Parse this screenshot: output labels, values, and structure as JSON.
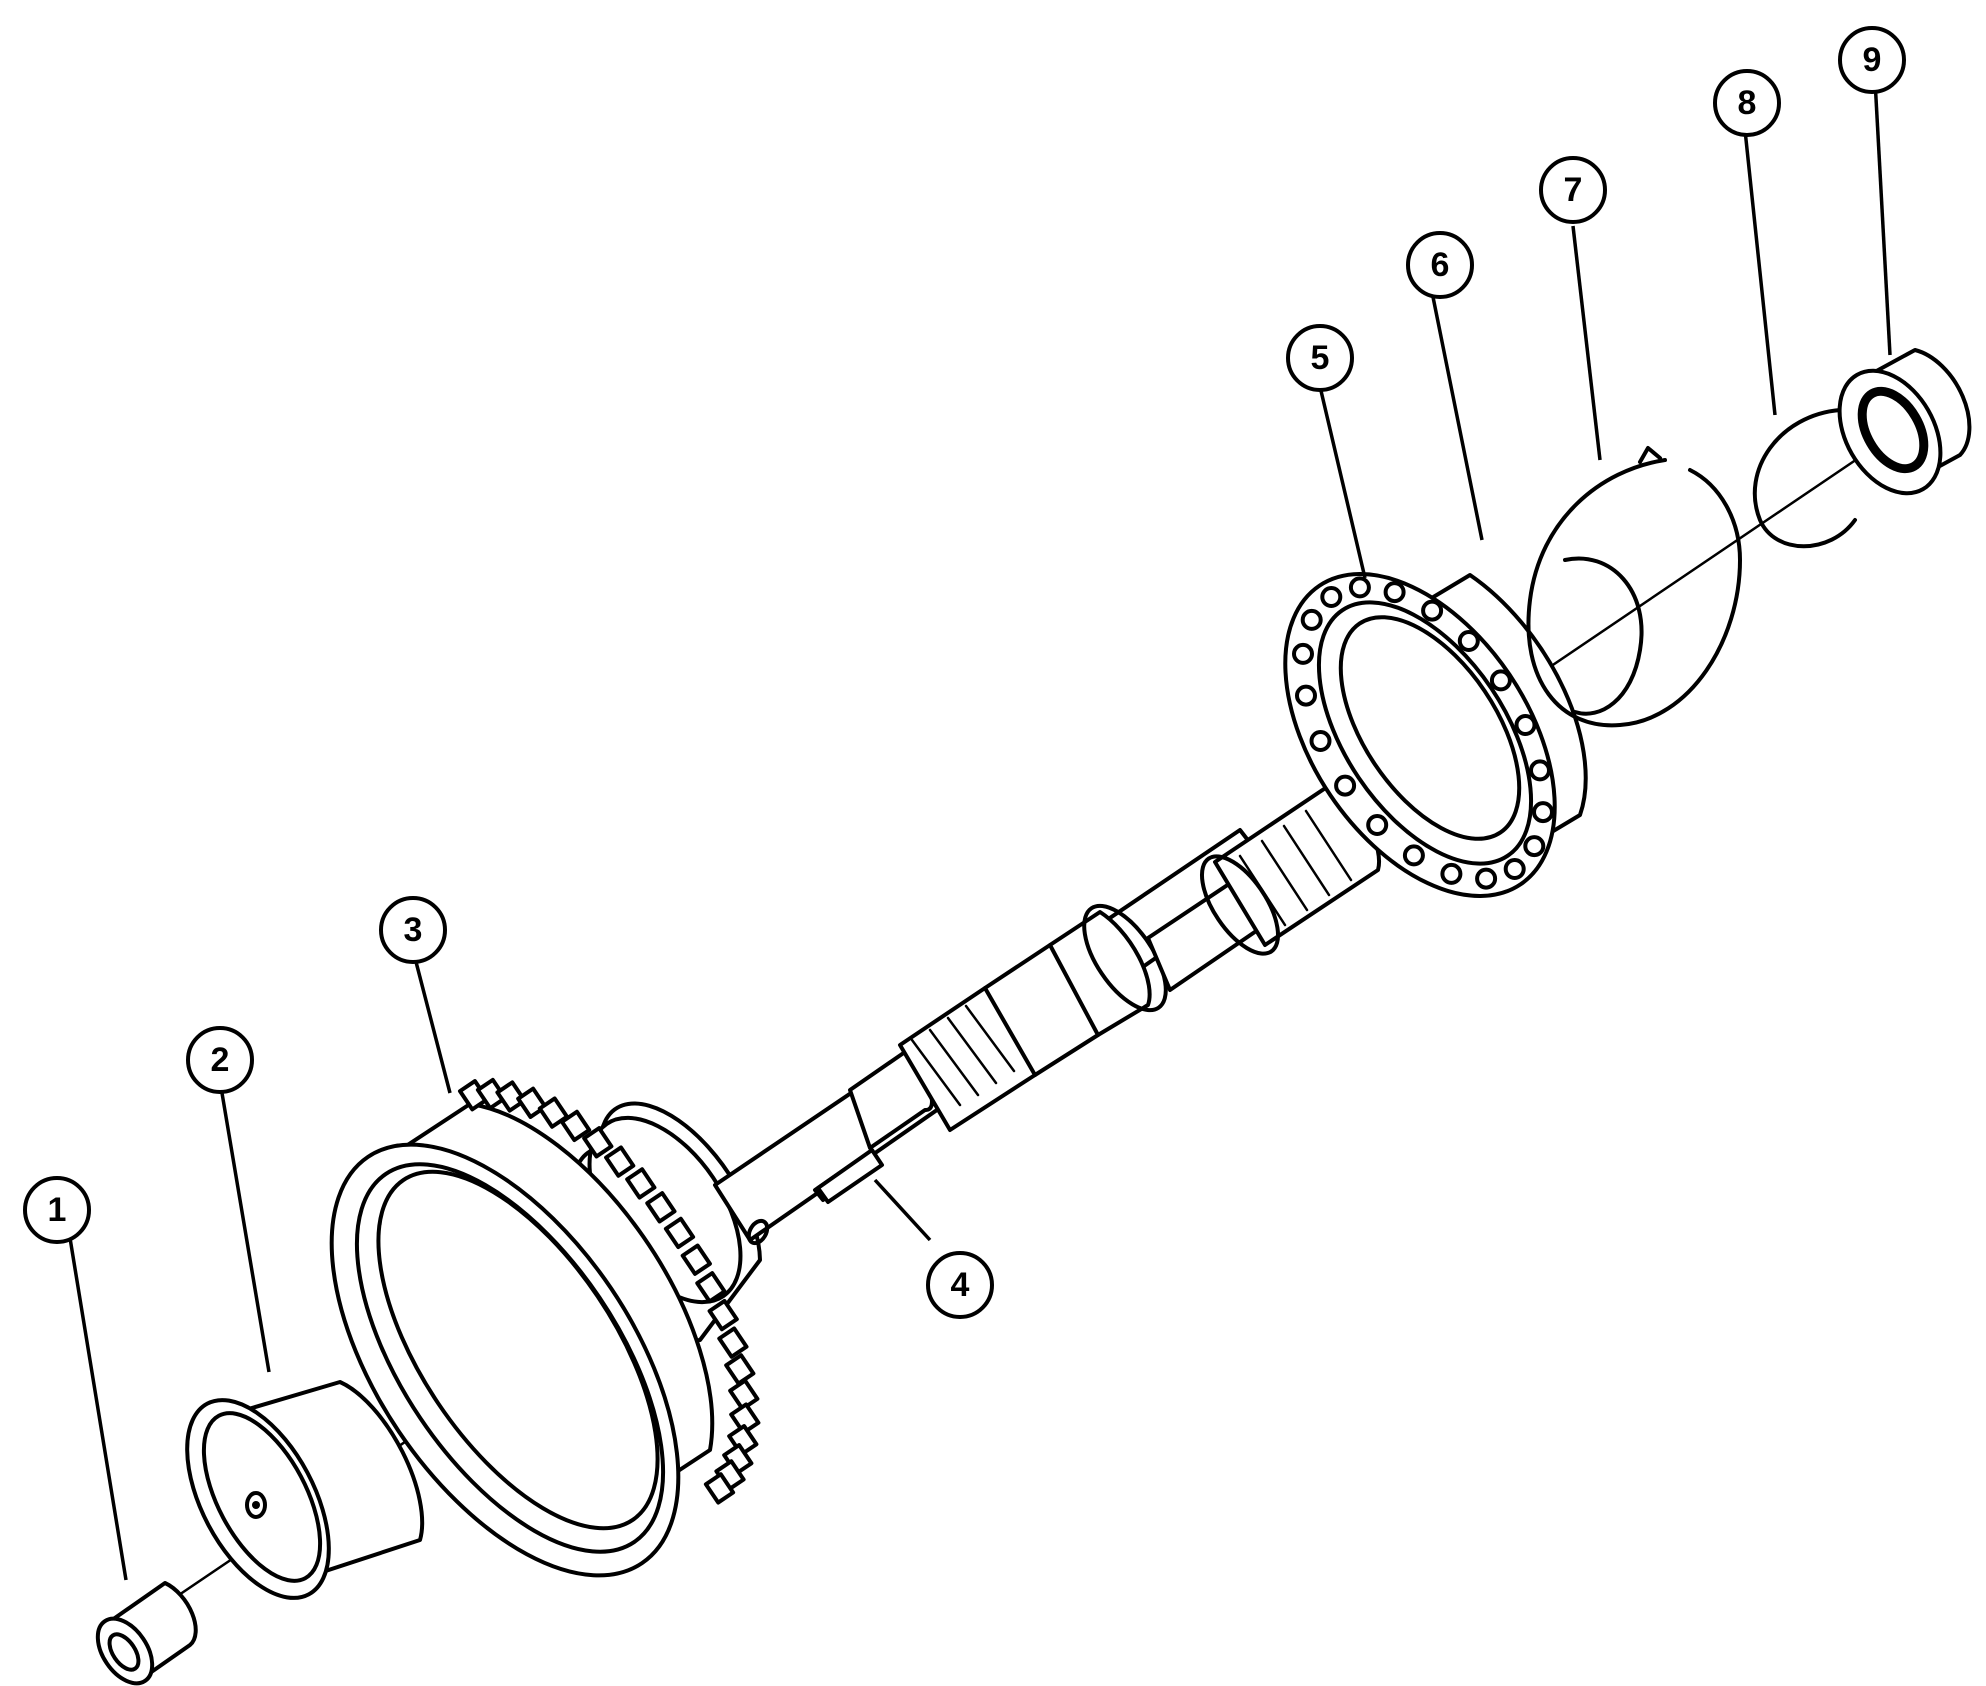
{
  "callouts": [
    {
      "id": "c1",
      "label": "1"
    },
    {
      "id": "c2",
      "label": "2"
    },
    {
      "id": "c3",
      "label": "3"
    },
    {
      "id": "c4",
      "label": "4"
    },
    {
      "id": "c5",
      "label": "5"
    },
    {
      "id": "c6",
      "label": "6"
    },
    {
      "id": "c7",
      "label": "7"
    },
    {
      "id": "c8",
      "label": "8"
    },
    {
      "id": "c9",
      "label": "9"
    }
  ],
  "colors": {
    "line": "#000000",
    "background": "#ffffff"
  }
}
